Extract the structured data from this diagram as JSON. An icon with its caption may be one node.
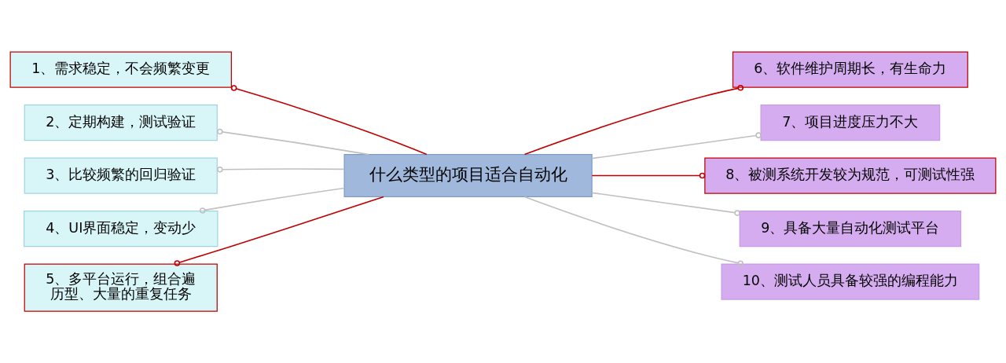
{
  "diagram": {
    "nodes": [
      {
        "text": [
          "什么类型的项目适合自动化"
        ]
      },
      {
        "text": [
          "1、需求稳定，不会频繁变更"
        ]
      },
      {
        "text": [
          "2、定期构建，测试验证"
        ]
      },
      {
        "text": [
          "3、比较频繁的回归验证"
        ]
      },
      {
        "text": [
          "4、UI界面稳定，变动少"
        ]
      },
      {
        "text": [
          "5、多平台运行，组合遍历型、大量的重复任务"
        ]
      },
      {
        "text": [
          "6、软件维护周期长，有生命力"
        ]
      },
      {
        "text": [
          "7、项目进度压力不大"
        ]
      },
      {
        "text": [
          "8、被测系统开发较为规范，可测试性强"
        ]
      },
      {
        "text": [
          "9、具备大量自动化测试平台"
        ]
      },
      {
        "text": [
          "10、测试人员具备较强的编程能力"
        ]
      }
    ],
    "edges": [
      {
        "from": 0,
        "to": 1,
        "arrow": "other",
        "color": "#c00000"
      },
      {
        "from": 0,
        "to": 2,
        "arrow": "other"
      },
      {
        "from": 0,
        "to": 3,
        "arrow": "other"
      },
      {
        "from": 0,
        "to": 4,
        "arrow": "other"
      },
      {
        "from": 0,
        "to": 5,
        "arrow": "other",
        "color": "#c00000"
      },
      {
        "from": 0,
        "to": 6,
        "arrow": "other",
        "color": "#c00000"
      },
      {
        "from": 0,
        "to": 7,
        "arrow": "other"
      },
      {
        "from": 0,
        "to": 8,
        "arrow": "other",
        "color": "#c00000"
      },
      {
        "from": 0,
        "to": 9,
        "arrow": "other"
      },
      {
        "from": 0,
        "to": 10,
        "arrow": "other"
      }
    ]
  }
}
